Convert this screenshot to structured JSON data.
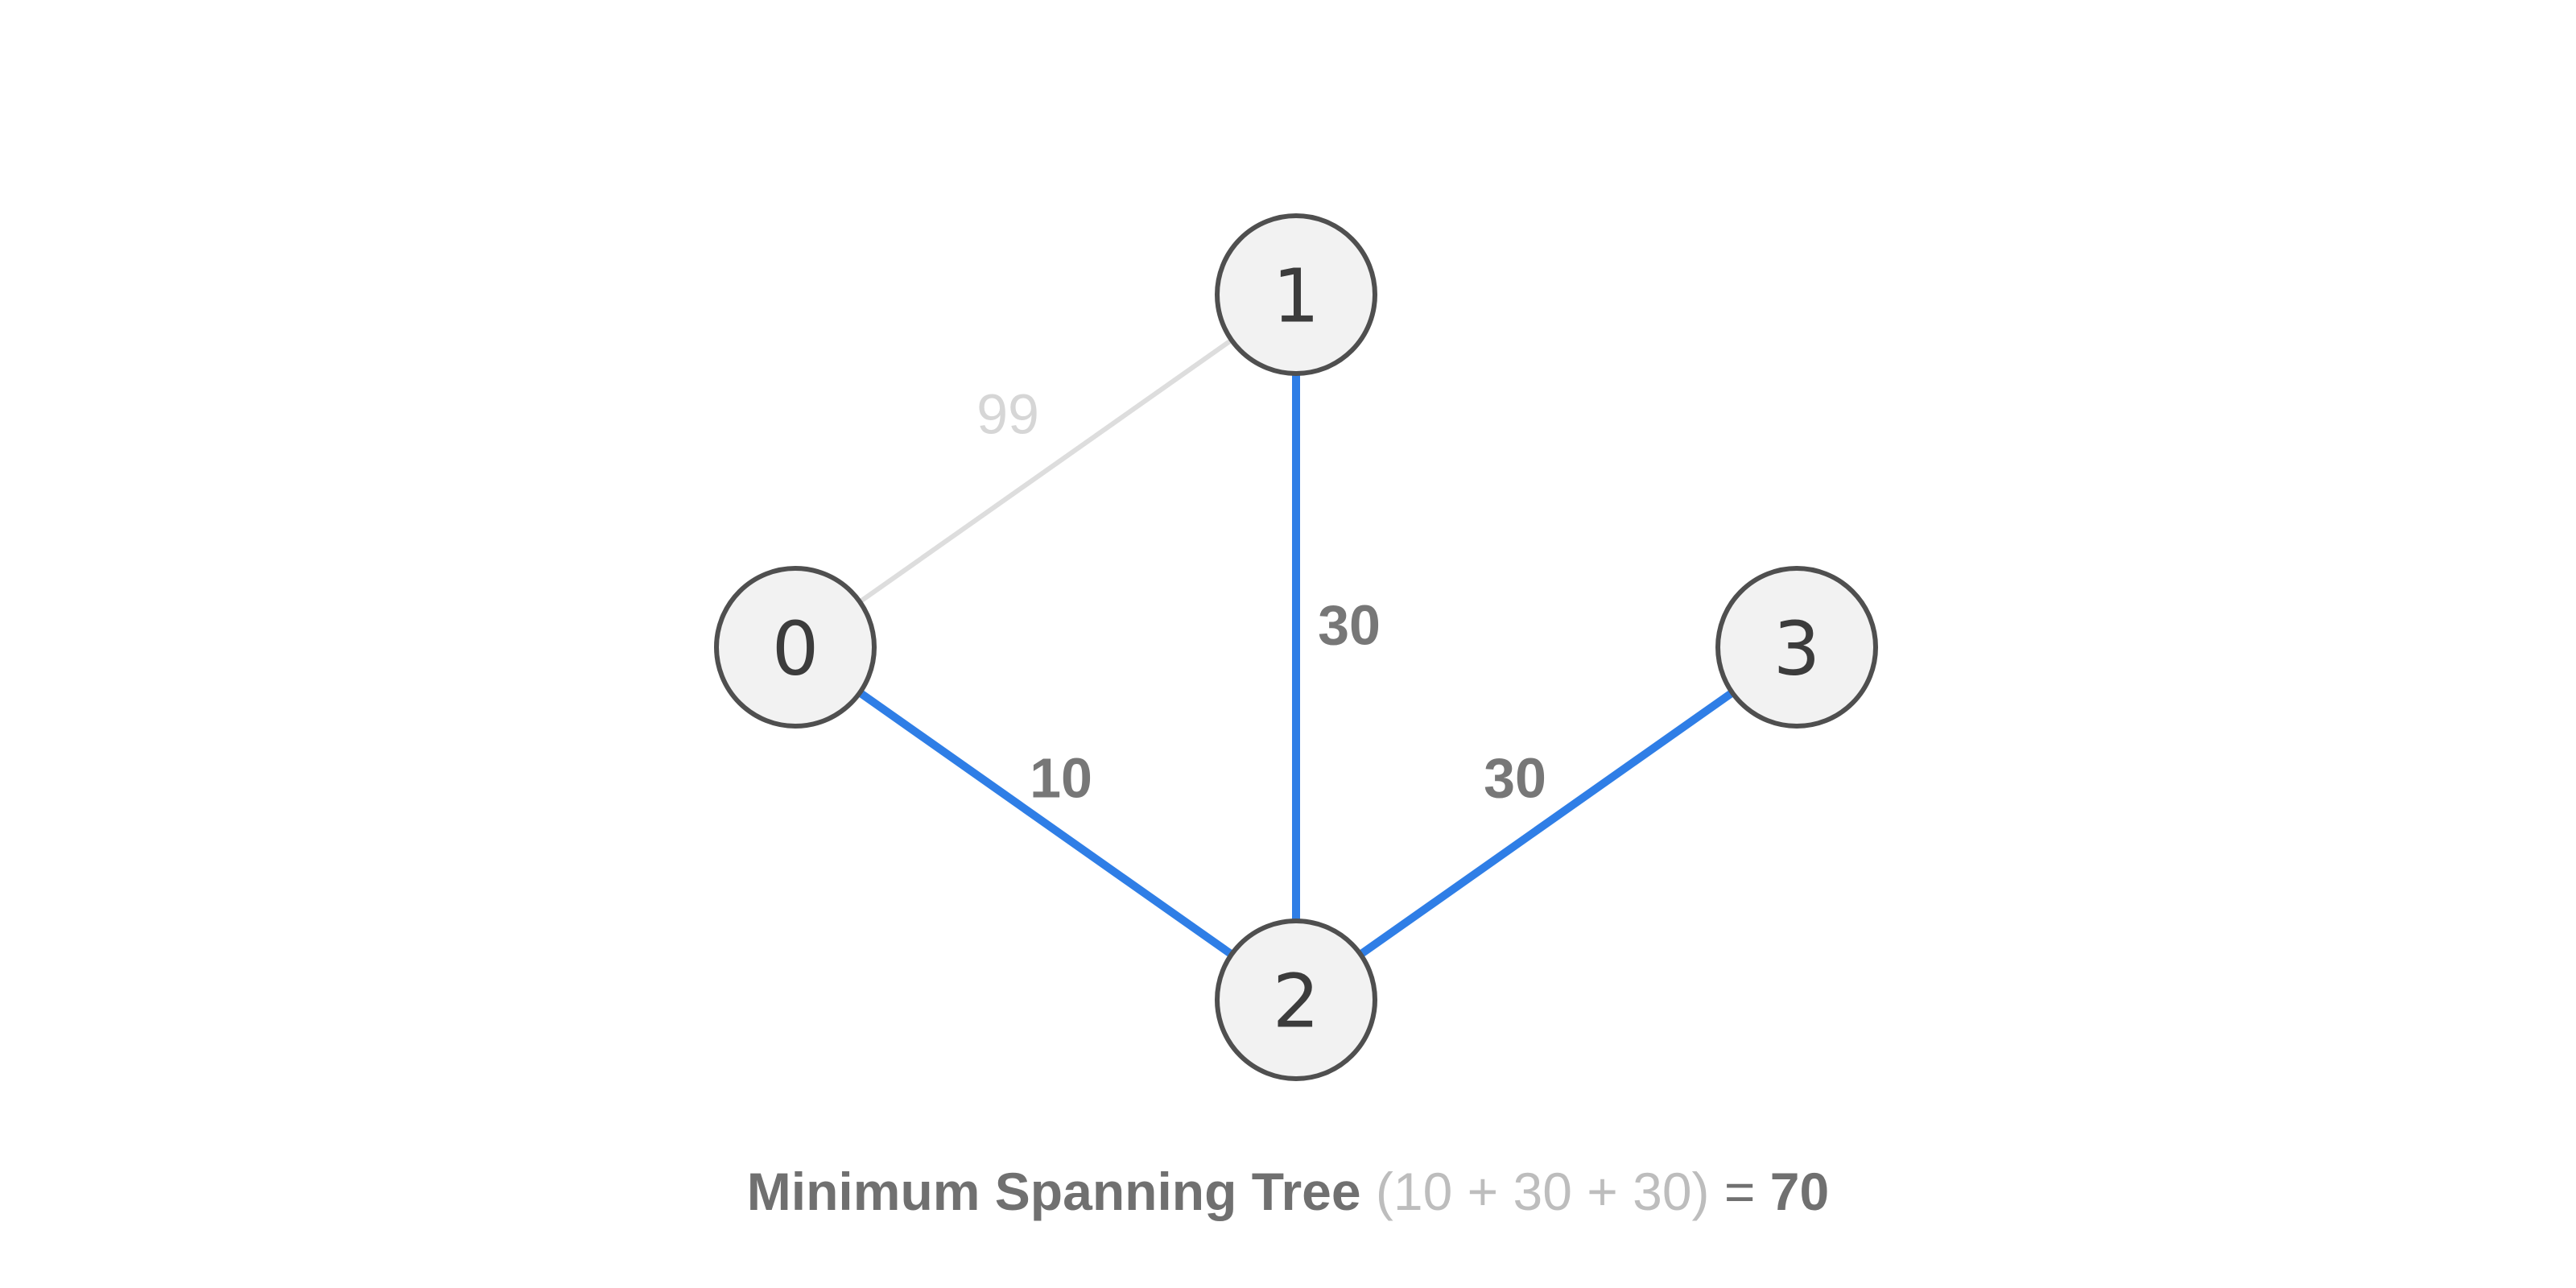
{
  "graph": {
    "nodes": [
      {
        "id": "0",
        "label": "0"
      },
      {
        "id": "1",
        "label": "1"
      },
      {
        "id": "2",
        "label": "2"
      },
      {
        "id": "3",
        "label": "3"
      }
    ],
    "edges": [
      {
        "from": "0",
        "to": "1",
        "weight": "99",
        "in_mst": false
      },
      {
        "from": "1",
        "to": "2",
        "weight": "30",
        "in_mst": true
      },
      {
        "from": "0",
        "to": "2",
        "weight": "10",
        "in_mst": true
      },
      {
        "from": "2",
        "to": "3",
        "weight": "30",
        "in_mst": true
      }
    ],
    "colors": {
      "mst_edge": "#2f7ee6",
      "non_mst_edge": "#dddddd",
      "mst_label": "#777777",
      "non_mst_label": "#d6d6d6"
    }
  },
  "caption": {
    "title": "Minimum Spanning Tree",
    "sum": "(10 + 30 + 30)",
    "equals": "=",
    "total": "70"
  }
}
